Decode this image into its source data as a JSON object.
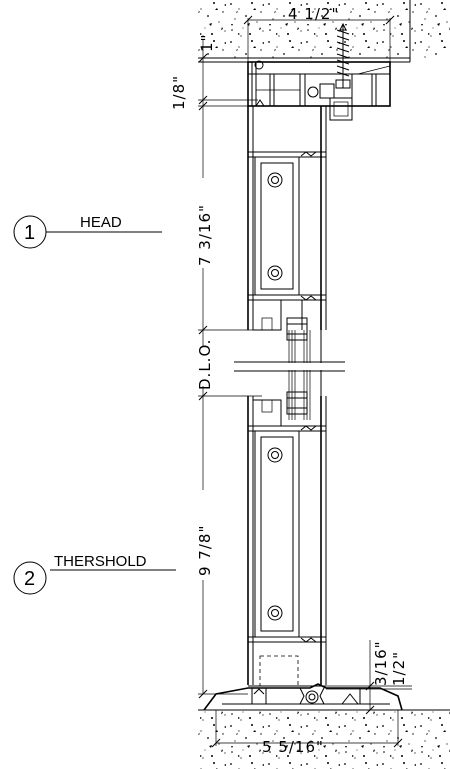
{
  "dimensions": {
    "head_width": "4 1/2\"",
    "head_clearance": "1\"",
    "head_offset": "1/8\"",
    "upper_height": "7 3/16\"",
    "dlo": "D.L.O.",
    "lower_height": "9 7/8\"",
    "sill_width": "5 5/16\"",
    "sill_offset_a": "3/16\"",
    "sill_offset_b": "1/2\""
  },
  "callouts": [
    {
      "number": "1",
      "label": "HEAD"
    },
    {
      "number": "2",
      "label": "THERSHOLD"
    }
  ]
}
